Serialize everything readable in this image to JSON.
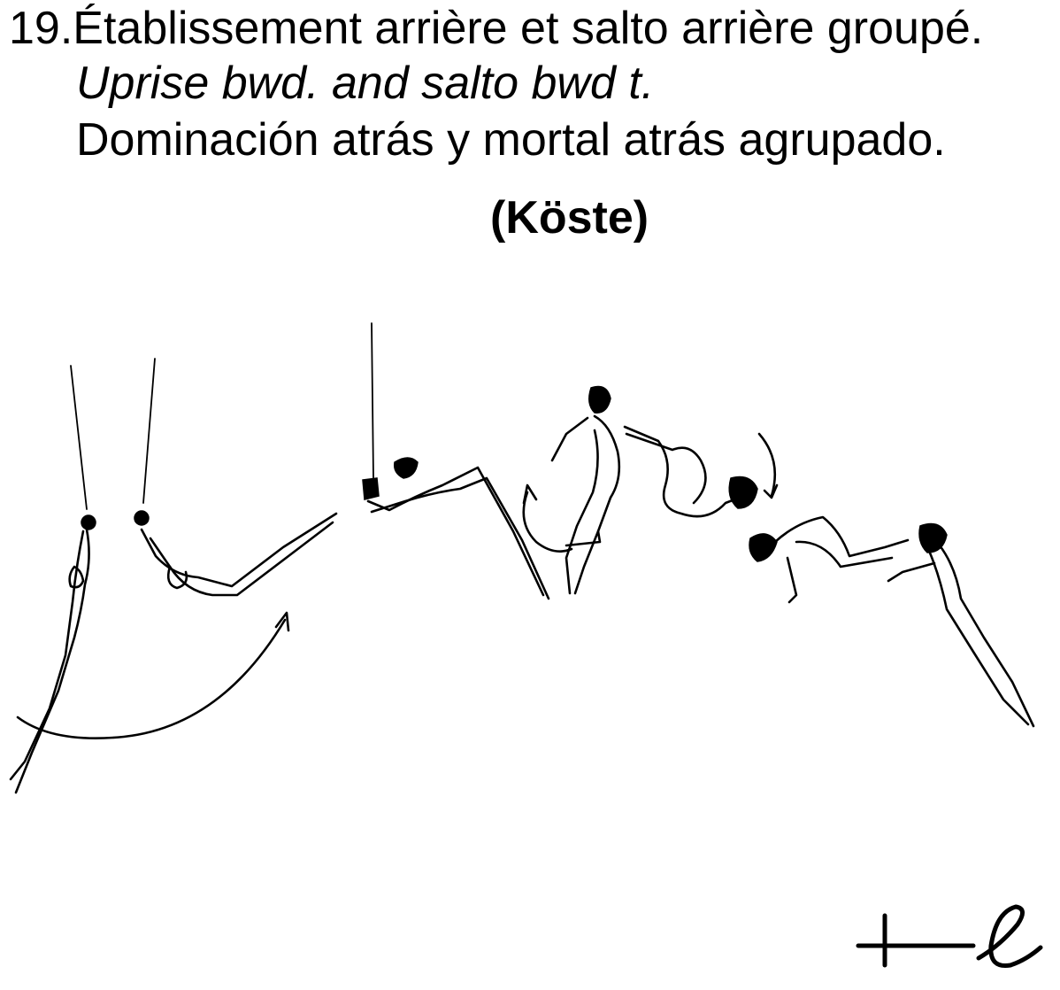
{
  "element": {
    "number": "19.",
    "name_fr": "Établissement arrière et salto arrière groupé.",
    "name_en": "Uprise bwd. and salto bwd t.",
    "name_es": "Dominación atrás y mortal atrás agrupado.",
    "named_after": "(Köste)"
  },
  "icons": {
    "figure": "gymnast-rings-sequence-illustration",
    "symbol": "uprise-salto-notation-symbol"
  }
}
